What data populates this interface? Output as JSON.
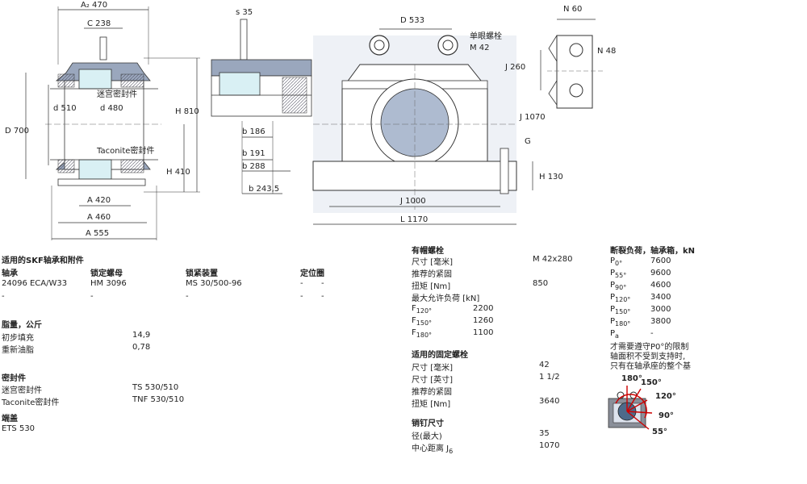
{
  "drawing": {
    "a2": "A₂ 470",
    "ca": "C  238",
    "db510": "d  510",
    "da480": "d  480",
    "maze": "迷宫密封件",
    "taconite": "Taconite密封件",
    "H810": "H 810",
    "Da700": "D  700",
    "H1": "H  410",
    "A1": "A  420",
    "A460": "A 460",
    "A3": "A  555",
    "s35": "s  35",
    "bb": "b  186",
    "bamin": "b      191",
    "bamax": "b      288",
    "bc": "b   243,5",
    "Db": "D  533",
    "eyebolt": "单眼螺栓",
    "m42": "M 42",
    "G": "G",
    "H2": "H  130",
    "J1000": "J 1000",
    "L1170": "L 1170",
    "N60": "N 60",
    "N1": "N  48",
    "J1": "J  260",
    "J6": "J  1070"
  },
  "left": {
    "accessories_title": "适用的SKF轴承和附件",
    "cols": [
      "轴承",
      "锁定螺母",
      "锁紧装置",
      "定位圈"
    ],
    "rows": [
      [
        "24096 ECA/W33",
        "HM 3096",
        "MS 30/500-96",
        "-",
        "-"
      ],
      [
        "-",
        "-",
        "-",
        "-",
        "-"
      ]
    ],
    "grease_title": "脂量，公斤",
    "grease": [
      [
        "初步填充",
        "14,9"
      ],
      [
        "重新油脂",
        "0,78"
      ]
    ],
    "seals_title": "密封件",
    "seals": [
      [
        "迷宫密封件",
        "TS 530/510"
      ],
      [
        "Taconite密封件",
        "TNF 530/510"
      ]
    ],
    "endcover_title": "端盖",
    "endcover": "ETS 530"
  },
  "middle": {
    "cap_title": "有帽螺栓",
    "cap": [
      [
        "尺寸 [毫米]",
        "M 42x280"
      ],
      [
        "推荐的紧固",
        ""
      ],
      [
        "扭矩 [Nm]",
        "850"
      ],
      [
        "最大允许负荷 [kN]",
        ""
      ]
    ],
    "loads": [
      [
        "F",
        "120°",
        "2200"
      ],
      [
        "F",
        "150°",
        "1260"
      ],
      [
        "F",
        "180°",
        "1100"
      ]
    ],
    "fix_title": "适用的固定螺栓",
    "fix": [
      [
        "尺寸 [毫米]",
        "42"
      ],
      [
        "尺寸 [英寸]",
        "1 1/2"
      ],
      [
        "推荐的紧固",
        ""
      ],
      [
        "扭矩 [Nm]",
        "3640"
      ]
    ],
    "pin_title": "销钉尺寸",
    "pin": [
      [
        "径(最大)",
        "35"
      ],
      [
        "中心距离 J",
        "1070"
      ]
    ]
  },
  "right": {
    "title": "断裂负荷，轴承箱，kN",
    "rows": [
      [
        "P",
        "0°",
        "7600"
      ],
      [
        "P",
        "55°",
        "9600"
      ],
      [
        "P",
        "90°",
        "4600"
      ],
      [
        "P",
        "120°",
        "3400"
      ],
      [
        "P",
        "150°",
        "3000"
      ],
      [
        "P",
        "180°",
        "3800"
      ],
      [
        "P",
        "a",
        "-"
      ]
    ],
    "note1": "才需要遵守P0°的限制",
    "note2": "轴面积不受到支持时,",
    "note3": "只有在轴承座的整个基",
    "angles": [
      "180°",
      "150°",
      "120°",
      "90°",
      "55°"
    ]
  }
}
